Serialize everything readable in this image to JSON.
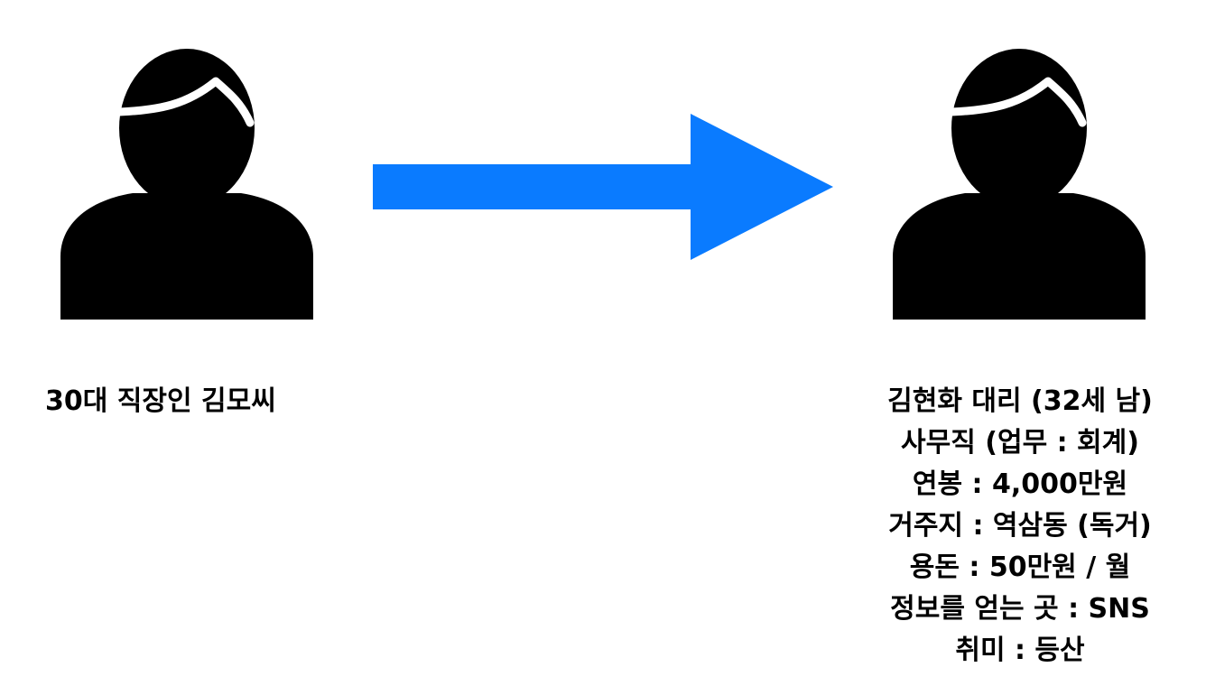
{
  "left_person": {
    "icon": "person-icon",
    "label": "30대 직장인 김모씨"
  },
  "arrow": {
    "icon": "right-arrow-icon",
    "color": "#0A7BFF"
  },
  "right_person": {
    "icon": "person-icon",
    "lines": [
      "김현화 대리 (32세 남)",
      "사무직 (업무 : 회계)",
      "연봉 : 4,000만원",
      "거주지 : 역삼동 (독거)",
      "용돈 : 50만원 / 월",
      "정보를 얻는 곳 : SNS",
      "취미 : 등산"
    ]
  }
}
